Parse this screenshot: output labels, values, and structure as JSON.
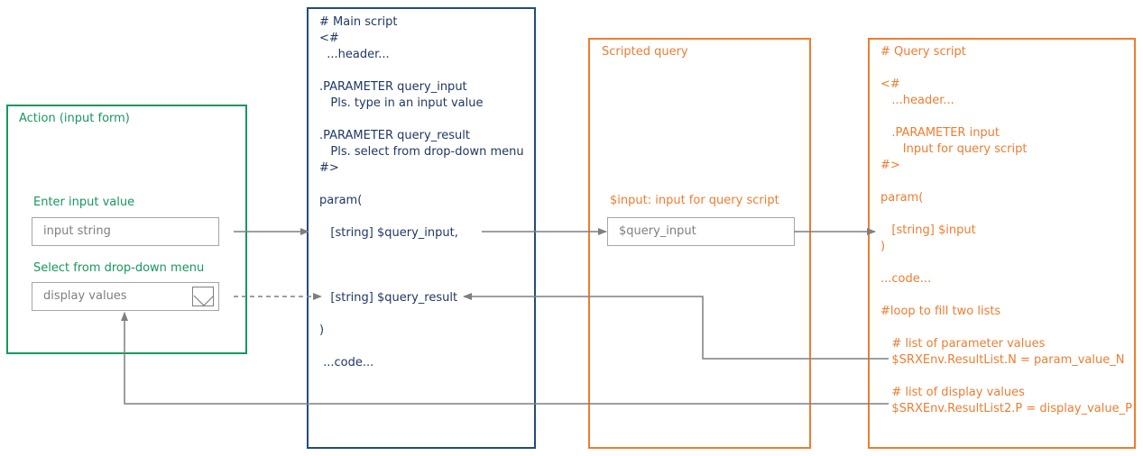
{
  "action": {
    "title": "Action (input form)",
    "input_label": "Enter input value",
    "input_placeholder": "input string",
    "dropdown_label": "Select from drop-down menu",
    "dropdown_value": "display values"
  },
  "main_script": {
    "lines": [
      "# Main script",
      "<#",
      "  ...header...",
      "",
      ".PARAMETER query_input",
      "   Pls. type in an input value",
      "",
      ".PARAMETER query_result",
      "   Pls. select from drop-down menu",
      "#>",
      "",
      "param(",
      "",
      "   [string] $query_input,",
      "",
      "",
      "",
      "   [string] $query_result",
      "",
      ")",
      "",
      " ...code..."
    ]
  },
  "scripted_query": {
    "title": "Scripted query",
    "input_label": "$input: input for query script",
    "input_value": "$query_input"
  },
  "query_script": {
    "lines": [
      "# Query script",
      "",
      "<#",
      "   ...header...",
      "",
      "   .PARAMETER input",
      "      Input for query script",
      "#>",
      "",
      "param(",
      "",
      "   [string] $input",
      ")",
      "",
      "...code...",
      "",
      "#loop to fill two lists",
      "",
      "   # list of parameter values",
      "   $SRXEnv.ResultList.N = param_value_N",
      "",
      "   # list of display values",
      "   $SRXEnv.ResultList2.P = display_value_P"
    ]
  },
  "colors": {
    "green": "#16985f",
    "blue": "#1f4e79",
    "orange": "#ed7d31",
    "arrow": "#7f7f7f"
  }
}
